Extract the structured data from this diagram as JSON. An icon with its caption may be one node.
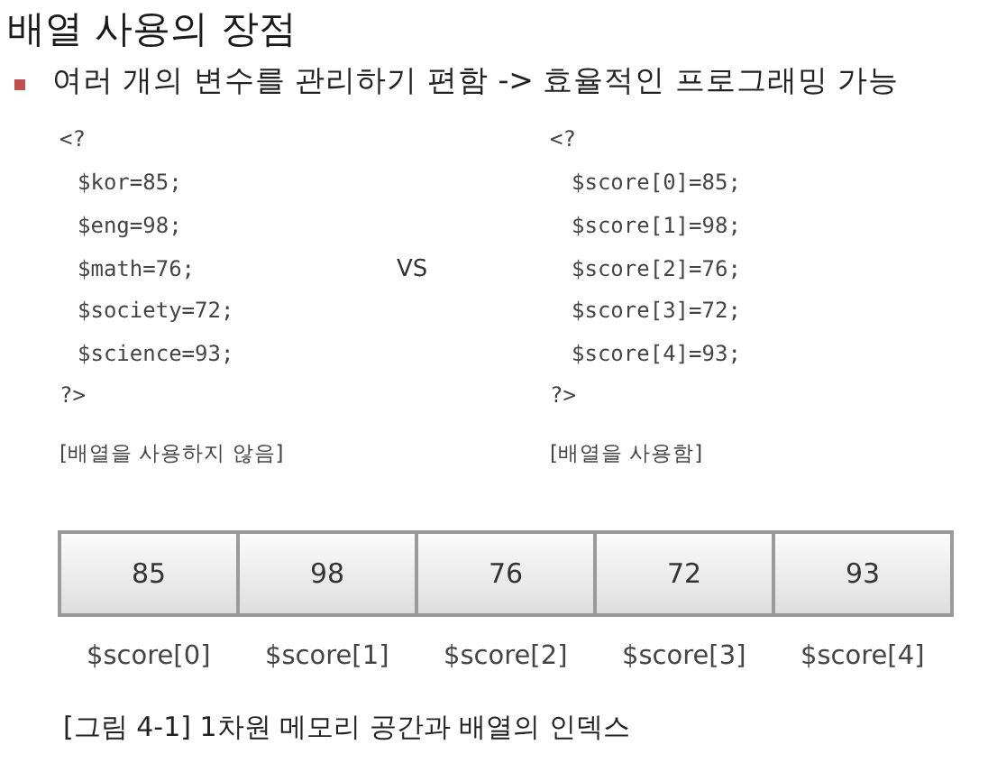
{
  "diagram": {
    "title": "배열 사용의 장점",
    "caption": "[그림 4-1] 1차원 메모리 공간과 배열의 인덱스",
    "nodes": [
      {
        "text": [
          "85"
        ],
        "beside": [
          "$score[0]"
        ]
      },
      {
        "text": [
          "98"
        ],
        "beside": [
          "$score[1]"
        ]
      },
      {
        "text": [
          "76"
        ],
        "beside": [
          "$score[2]"
        ]
      },
      {
        "text": [
          "72"
        ],
        "beside": [
          "$score[3]"
        ]
      },
      {
        "text": [
          "93"
        ],
        "beside": [
          "$score[4]"
        ]
      }
    ],
    "edges": [],
    "labels": [
      "여러 개의 변수를 관리하기 편함 -> 효율적인 프로그래밍 가능",
      "<?",
      "$kor=85;",
      "$eng=98;",
      "$math=76;",
      "$society=72;",
      "$science=93;",
      "?>",
      "[배열을 사용하지 않음]",
      "VS",
      "<?",
      "$score[0]=85;",
      "$score[1]=98;",
      "$score[2]=76;",
      "$score[3]=72;",
      "$score[4]=93;",
      "?>",
      "[배열을 사용함]"
    ]
  }
}
